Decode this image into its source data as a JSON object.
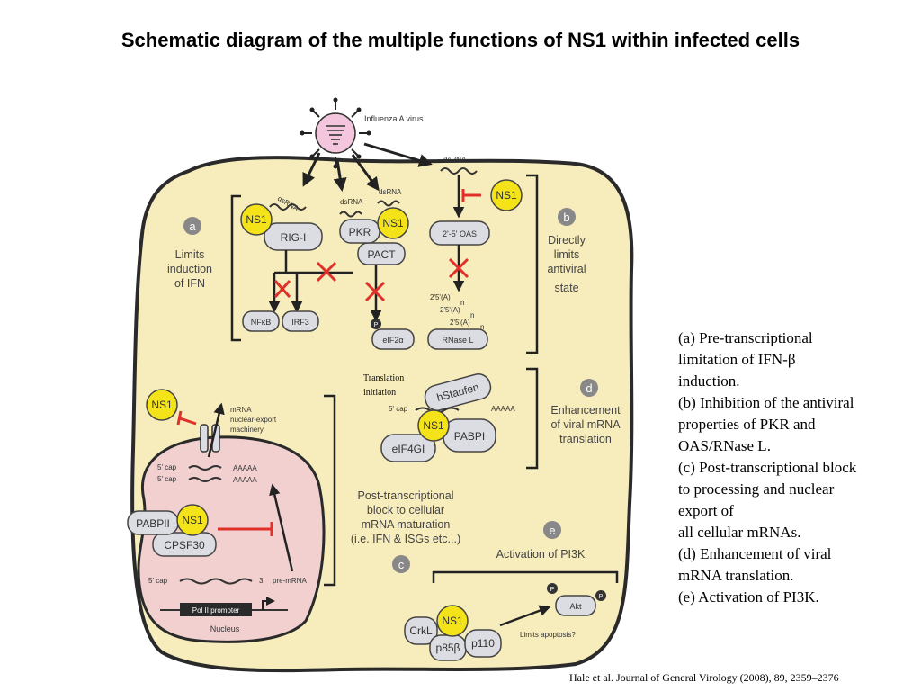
{
  "title": "Schematic diagram of the multiple functions of NS1 within infected cells",
  "diagram": {
    "virus_label": "Influenza A virus",
    "dsrna": "dsRNA",
    "ns1": "NS1",
    "rig_i": "RIG-I",
    "pkr": "PKR",
    "pact": "PACT",
    "oas": "2'-5' OAS",
    "nfkb": "NFκB",
    "irf3": "IRF3",
    "p": "P",
    "eif2a": "eIF2α",
    "rnase_l": "RNase  L",
    "oligo": "2'5'(A)",
    "oligo_n": "n",
    "section_a_letter": "a",
    "section_a_text": [
      "Limits",
      "induction",
      "of IFN"
    ],
    "section_b_letter": "b",
    "section_b_text": [
      "Directly",
      "limits",
      "antiviral",
      "state"
    ],
    "translation_initiation": [
      "Translation",
      "initiation"
    ],
    "hstaufen": "hStaufen",
    "five_cap": "5' cap",
    "aaaaa": "AAAAA",
    "pabpi": "PABPI",
    "eif4gi": "eIF4GI",
    "section_d_letter": "d",
    "section_d_text": [
      "Enhancement",
      "of viral mRNA",
      "translation"
    ],
    "mrna_export": [
      "mRNA",
      "nuclear-export",
      "machinery"
    ],
    "pabpii": "PABPII",
    "cpsf30": "CPSF30",
    "three_prime": "3'",
    "pre_mrna": "pre-mRNA",
    "pol_ii_promoter": "Pol II promoter",
    "nucleus": "Nucleus",
    "section_c_letter": "c",
    "section_c_text": [
      "Post-transcriptional",
      "block to cellular",
      "mRNA maturation",
      "(i.e. IFN & ISGs etc...)"
    ],
    "section_e_letter": "e",
    "section_e_text": "Activation of PI3K",
    "akt": "Akt",
    "crkl": "CrkL",
    "p85b": "p85β",
    "p110": "p110",
    "limits_apoptosis": "Limits apoptosis?"
  },
  "caption": [
    "(a) Pre-transcriptional",
    "limitation of IFN-β",
    "induction.",
    "(b) Inhibition of the antiviral",
    "properties of PKR and",
    "OAS/RNase L.",
    "(c) Post-transcriptional block",
    "to processing and nuclear",
    "export of",
    "all cellular mRNAs.",
    "(d) Enhancement of viral",
    "mRNA translation.",
    "(e) Activation of PI3K."
  ],
  "citation": "Hale et al. Journal of General Virology (2008), 89, 2359–2376",
  "colors": {
    "cell_fill": "#f7ecbc",
    "nucleus_fill": "#f2d0d0",
    "ns1_fill": "#f5e31a",
    "protein_fill": "#dcdde2",
    "inhibit_red": "#e0302a"
  }
}
